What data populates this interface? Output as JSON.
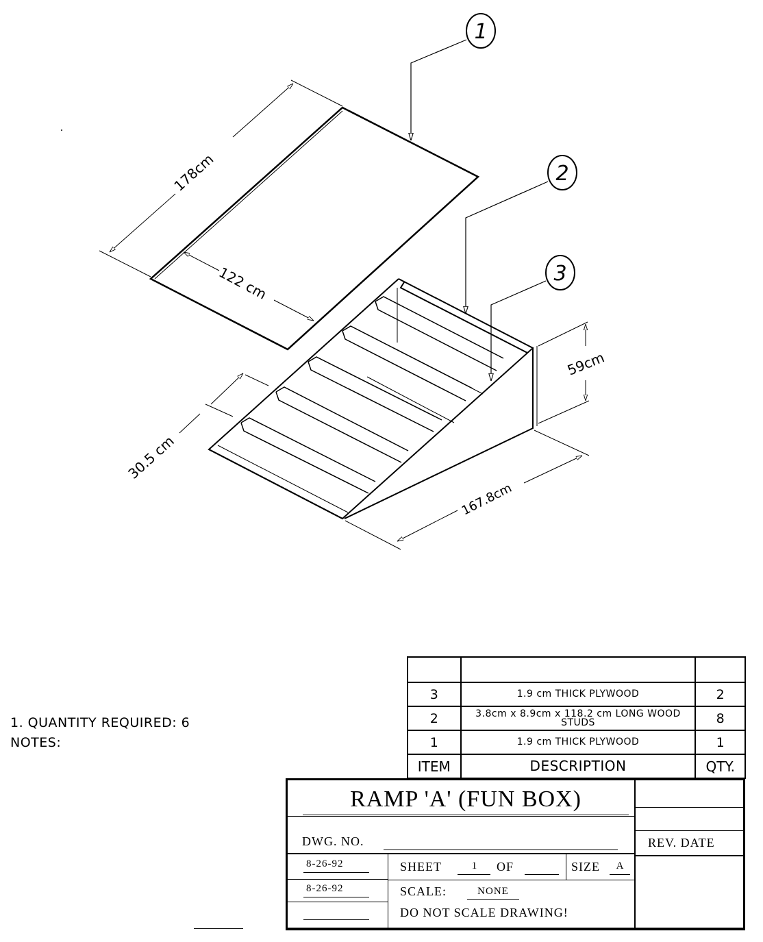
{
  "drawing": {
    "balloons": [
      {
        "id": "balloon-1",
        "label": "1"
      },
      {
        "id": "balloon-2",
        "label": "2"
      },
      {
        "id": "balloon-3",
        "label": "3"
      }
    ],
    "dimensions": {
      "length_top": "178cm",
      "width_top": "122 cm",
      "step_spacing": "30.5 cm",
      "height": "59cm",
      "base_length": "167.8cm"
    }
  },
  "notes": {
    "heading": "NOTES:",
    "items": [
      "1. QUANTITY REQUIRED: 6"
    ]
  },
  "bom": {
    "headers": {
      "item": "ITEM",
      "description": "DESCRIPTION",
      "qty": "QTY."
    },
    "rows": [
      {
        "item": "",
        "description": "",
        "qty": ""
      },
      {
        "item": "3",
        "description": "1.9 cm THICK PLYWOOD",
        "qty": "2"
      },
      {
        "item": "2",
        "description": "3.8cm x 8.9cm x 118.2 cm LONG WOOD STUDS",
        "qty": "8"
      },
      {
        "item": "1",
        "description": "1.9 cm THICK PLYWOOD",
        "qty": "1"
      }
    ]
  },
  "title_block": {
    "title": "RAMP 'A' (FUN BOX)",
    "dwg_no_label": "DWG. NO.",
    "dwg_no_value": "",
    "rev_date_label": "REV. DATE",
    "date_1": "8-26-92",
    "date_2": "8-26-92",
    "date_3": "",
    "sheet_label": "SHEET",
    "sheet_value": "1",
    "of_label": "OF",
    "of_value": "",
    "size_label": "SIZE",
    "size_value": "A",
    "scale_label": "SCALE:",
    "scale_value": "NONE",
    "do_not_scale": "DO NOT SCALE DRAWING!"
  }
}
